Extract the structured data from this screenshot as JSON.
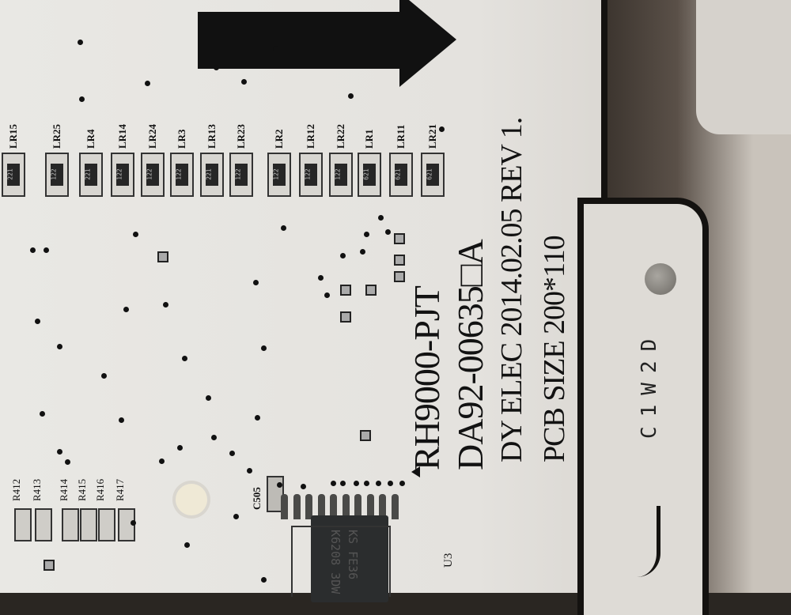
{
  "scene": "pcb-closeup",
  "silkscreen": {
    "line1": "RH9000-PJT",
    "line2": "DA92-00635□A",
    "line3": "DY ELEC 2014.02.05 REV 1.",
    "line4": "PCB SIZE 200*110",
    "edge_code": "C1W2D",
    "chip_ref": "U3",
    "cap_ref": "C505"
  },
  "led_resistors": [
    {
      "ref": "LR15",
      "marking": "221"
    },
    {
      "ref": "LR25",
      "marking": "122"
    },
    {
      "ref": "LR4",
      "marking": "221"
    },
    {
      "ref": "LR14",
      "marking": "122"
    },
    {
      "ref": "LR24",
      "marking": "122"
    },
    {
      "ref": "LR3",
      "marking": "122"
    },
    {
      "ref": "LR13",
      "marking": "221"
    },
    {
      "ref": "LR23",
      "marking": "122"
    },
    {
      "ref": "LR2",
      "marking": "122"
    },
    {
      "ref": "LR12",
      "marking": "122"
    },
    {
      "ref": "LR22",
      "marking": "122"
    },
    {
      "ref": "LR1",
      "marking": "621"
    },
    {
      "ref": "LR11",
      "marking": "621"
    },
    {
      "ref": "LR21",
      "marking": "621"
    }
  ],
  "lower_resistors": [
    "R412",
    "R413",
    "R414",
    "R415",
    "R416",
    "R417"
  ],
  "chip": {
    "line1": "K6208 3DW",
    "line2": "KS FE36"
  },
  "colors": {
    "board": "#e7e5e1",
    "silkscreen": "#121212",
    "outline": "#141210"
  }
}
